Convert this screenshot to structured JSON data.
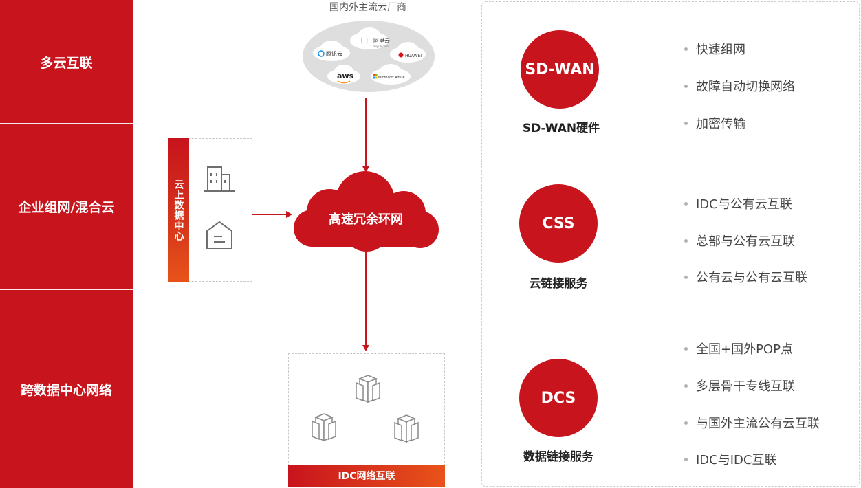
{
  "left_column": {
    "items": [
      {
        "label": "多云互联"
      },
      {
        "label": "企业组网/混合云"
      },
      {
        "label": "跨数据中心网络"
      }
    ]
  },
  "cloud_datacenter": {
    "label": "云上数据中心"
  },
  "vendors": {
    "caption": "国内外主流云厂商",
    "logos": [
      {
        "name": "阿里云",
        "sub": "aliyun.com"
      },
      {
        "name": "腾讯云"
      },
      {
        "name": "HUAWEI"
      },
      {
        "name": "aws"
      },
      {
        "name": "Microsoft Azure"
      }
    ]
  },
  "core_network": {
    "label": "高速冗余环网"
  },
  "idc": {
    "label": "IDC网络互联"
  },
  "services": [
    {
      "circle": "SD-WAN",
      "caption": "SD-WAN硬件",
      "features": [
        "快速组网",
        "故障自动切换网络",
        "加密传输"
      ]
    },
    {
      "circle": "CSS",
      "caption": "云链接服务",
      "features": [
        "IDC与公有云互联",
        "总部与公有云互联",
        "公有云与公有云互联"
      ]
    },
    {
      "circle": "DCS",
      "caption": "数据链接服务",
      "features": [
        "全国+国外POP点",
        "多层骨干专线互联",
        "与国外主流公有云互联",
        "IDC与IDC互联"
      ]
    }
  ],
  "colors": {
    "brand_red": "#c8141d",
    "accent_orange": "#e8531a",
    "dashed_border": "#c9c9c9"
  }
}
